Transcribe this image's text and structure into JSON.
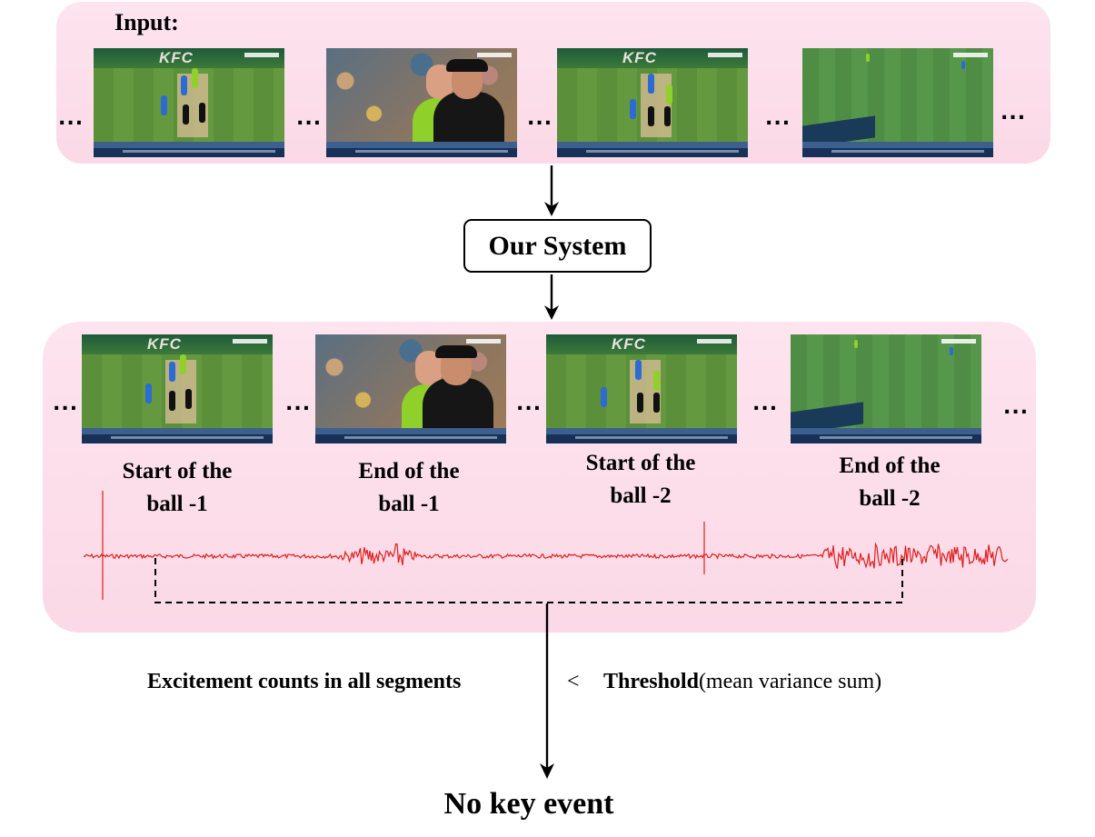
{
  "input_label": "Input:",
  "ellipsis": "...",
  "system_label": "Our System",
  "captions": {
    "start1_line1": "Start of the",
    "start1_line2": "ball -1",
    "end1_line1": "End of the",
    "end1_line2": "ball -1",
    "start2_line1": "Start of the",
    "start2_line2": "ball -2",
    "end2_line1": "End of the",
    "end2_line2": "ball -2"
  },
  "condition": {
    "left": "Excitement counts in all segments",
    "operator": "<",
    "threshold_bold": "Threshold",
    "threshold_rest": "(mean variance sum)"
  },
  "result": "No key event",
  "frame_logo": "KFC",
  "colors": {
    "panel": "#fbdbe7",
    "waveform": "#e01e1e",
    "arrow": "#000000"
  },
  "icons": [
    "arrow-down-icon"
  ]
}
